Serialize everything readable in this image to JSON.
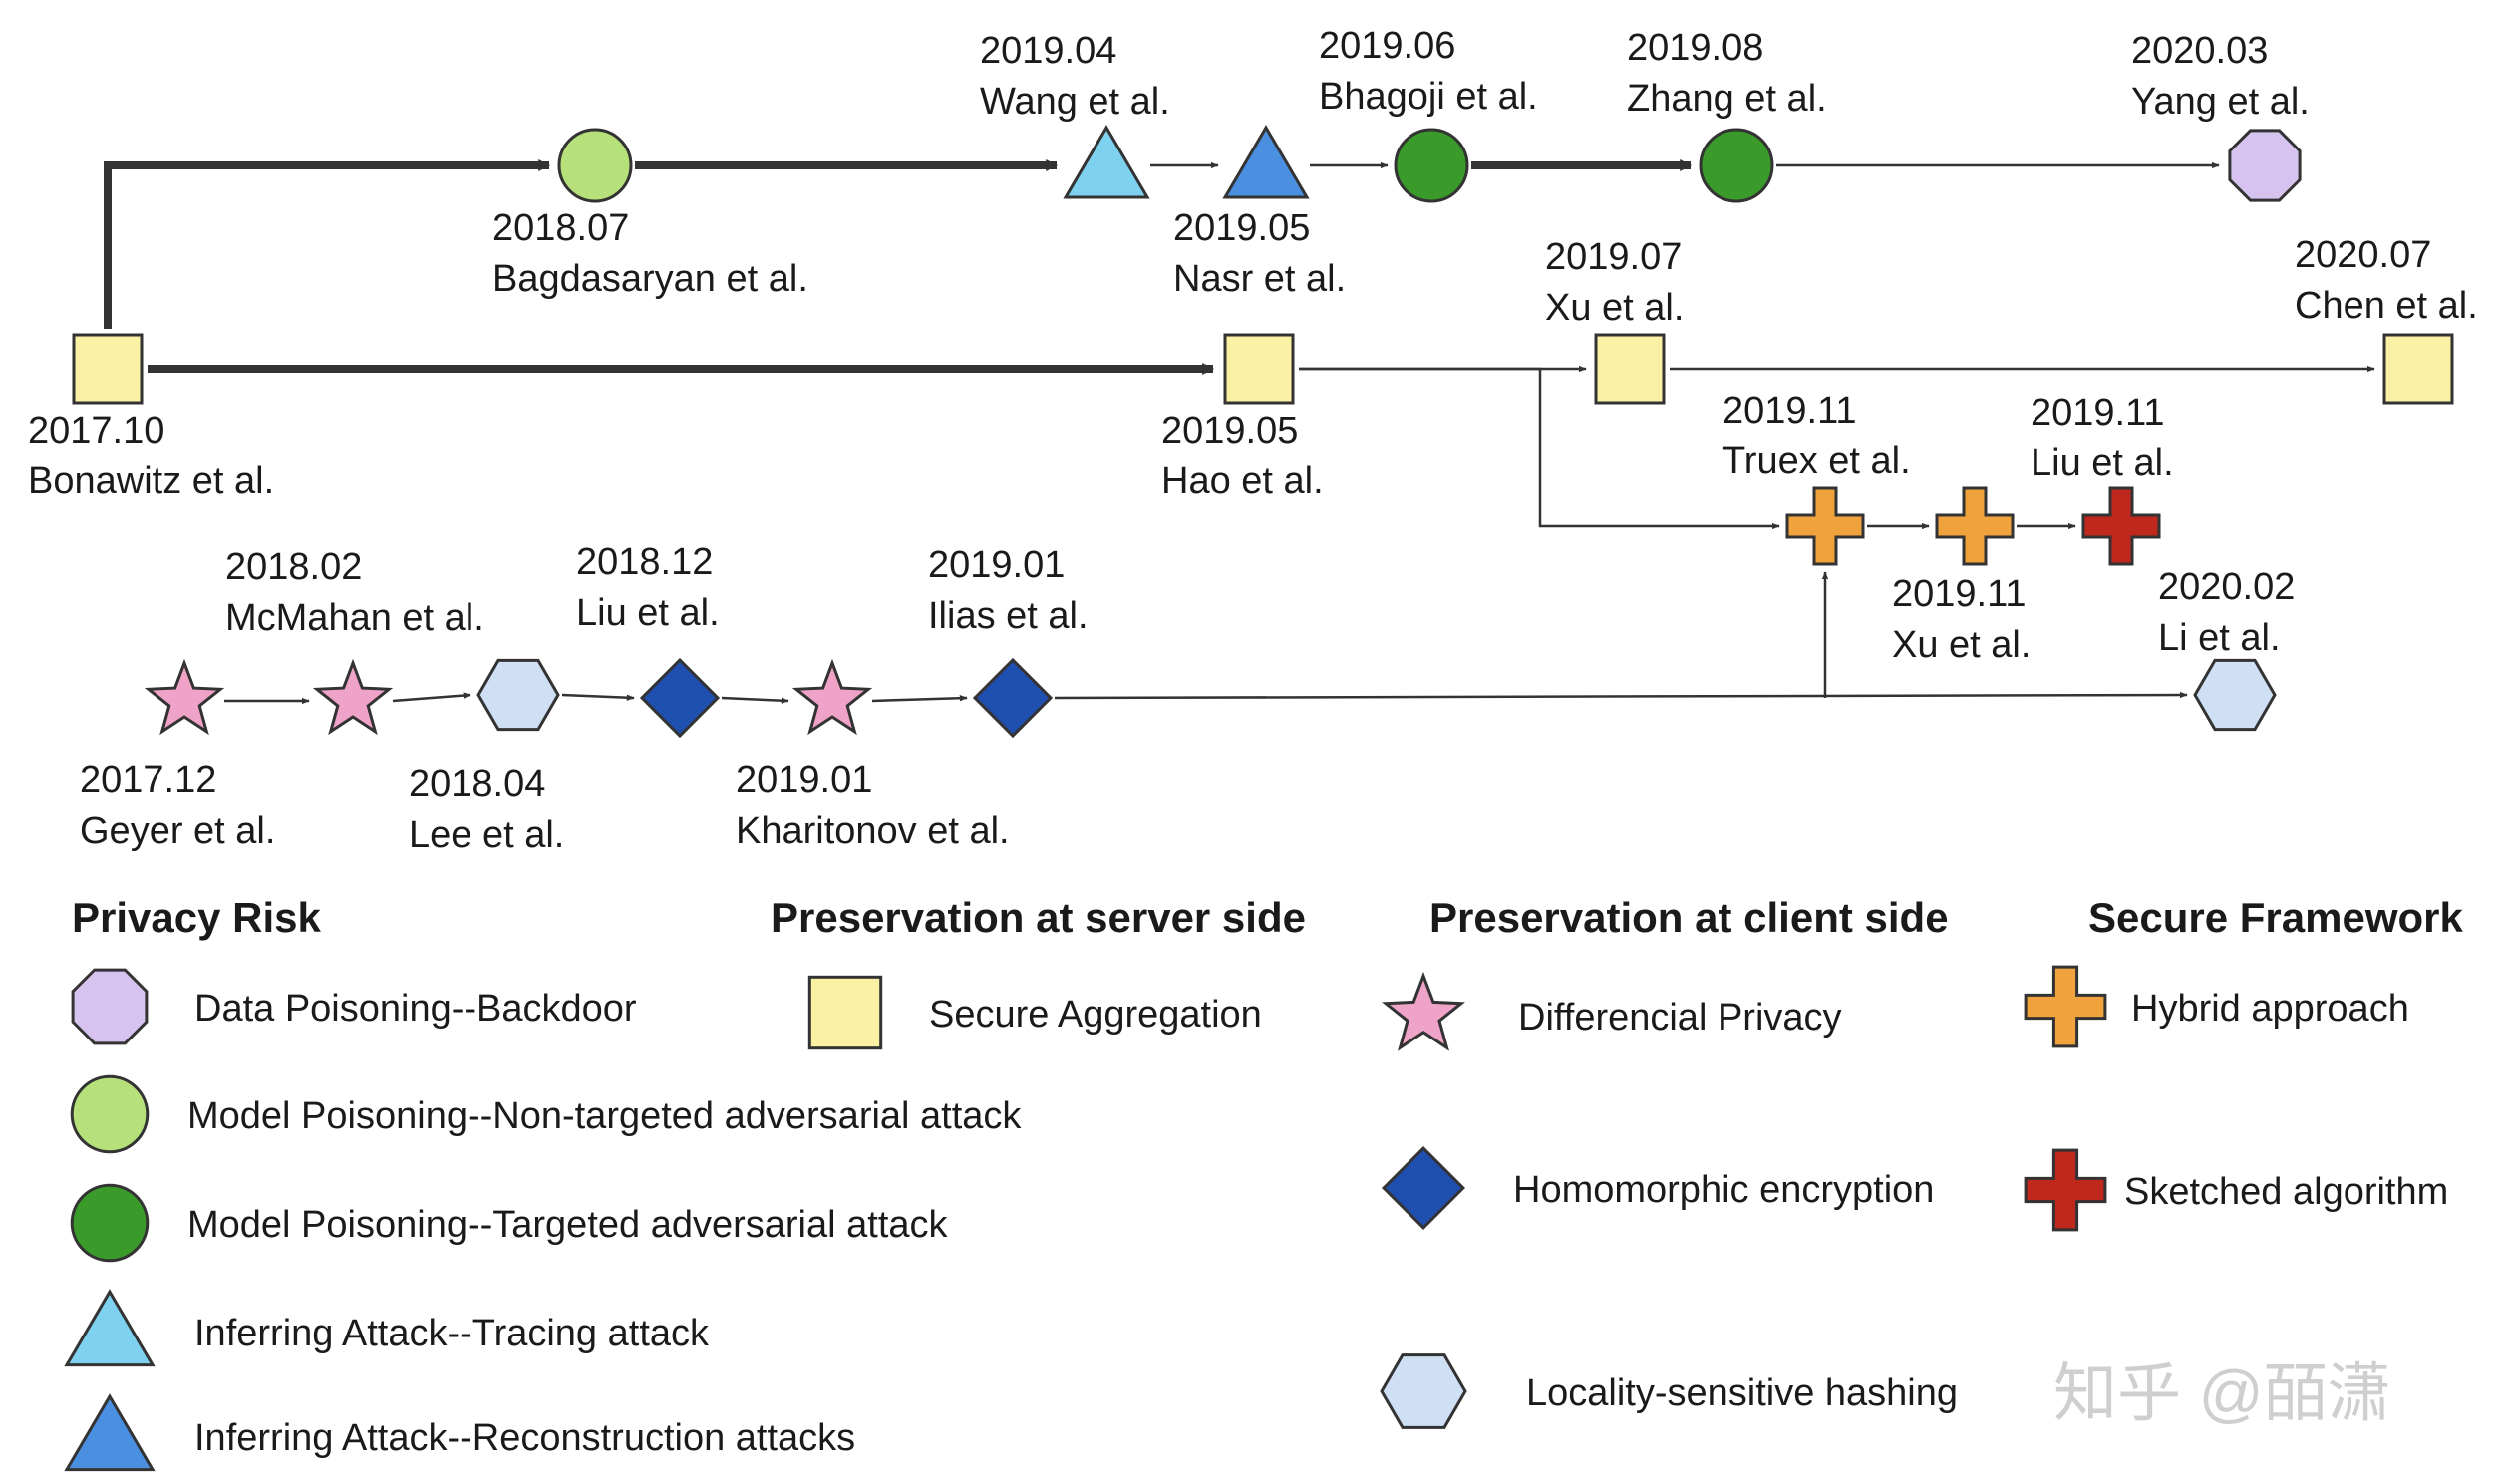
{
  "colors": {
    "data_poisoning_backdoor": "#d7c3f0",
    "non_targeted": "#b5e07a",
    "targeted": "#3a9a2a",
    "tracing": "#7fd1f0",
    "reconstruction": "#4a8fe0",
    "secure_aggregation": "#fbf1a4",
    "differential_privacy": "#f0a3c8",
    "homomorphic": "#1f4fb0",
    "lsh": "#cfe0f5",
    "hybrid": "#f0a33c",
    "sketched": "#c0281e",
    "stroke": "#333333"
  },
  "nodes": [
    {
      "id": "bonawitz",
      "date": "2017.10",
      "author": "Bonawitz et al.",
      "shape": "square",
      "category": "secure_aggregation"
    },
    {
      "id": "bagdasaryan",
      "date": "2018.07",
      "author": "Bagdasaryan et al.",
      "shape": "circle",
      "category": "non_targeted"
    },
    {
      "id": "wang",
      "date": "2019.04",
      "author": "Wang et al.",
      "shape": "triangle",
      "category": "tracing"
    },
    {
      "id": "nasr",
      "date": "2019.05",
      "author": "Nasr et al.",
      "shape": "triangle",
      "category": "reconstruction"
    },
    {
      "id": "bhagoji",
      "date": "2019.06",
      "author": "Bhagoji et al.",
      "shape": "circle",
      "category": "targeted"
    },
    {
      "id": "zhang",
      "date": "2019.08",
      "author": "Zhang et al.",
      "shape": "circle",
      "category": "targeted"
    },
    {
      "id": "yang",
      "date": "2020.03",
      "author": "Yang et al.",
      "shape": "octagon",
      "category": "data_poisoning_backdoor"
    },
    {
      "id": "hao",
      "date": "2019.05",
      "author": "Hao et al.",
      "shape": "square",
      "category": "secure_aggregation"
    },
    {
      "id": "xu1",
      "date": "2019.07",
      "author": "Xu et al.",
      "shape": "square",
      "category": "secure_aggregation"
    },
    {
      "id": "chen",
      "date": "2020.07",
      "author": "Chen et al.",
      "shape": "square",
      "category": "secure_aggregation"
    },
    {
      "id": "truex",
      "date": "2019.11",
      "author": "Truex et al.",
      "shape": "cross",
      "category": "hybrid"
    },
    {
      "id": "xu2",
      "date": "2019.11",
      "author": "Xu et al.",
      "shape": "cross",
      "category": "hybrid"
    },
    {
      "id": "liu2",
      "date": "2019.11",
      "author": "Liu et al.",
      "shape": "cross",
      "category": "sketched"
    },
    {
      "id": "geyer",
      "date": "2017.12",
      "author": "Geyer et al.",
      "shape": "star",
      "category": "differential_privacy"
    },
    {
      "id": "mcmahan",
      "date": "2018.02",
      "author": "McMahan et al.",
      "shape": "star",
      "category": "differential_privacy"
    },
    {
      "id": "lee",
      "date": "2018.04",
      "author": "Lee et al.",
      "shape": "hexagon",
      "category": "lsh"
    },
    {
      "id": "liu1",
      "date": "2018.12",
      "author": "Liu et al.",
      "shape": "diamond",
      "category": "homomorphic"
    },
    {
      "id": "kharitonov",
      "date": "2019.01",
      "author": "Kharitonov et al.",
      "shape": "star",
      "category": "differential_privacy"
    },
    {
      "id": "ilias",
      "date": "2019.01",
      "author": "Ilias et al.",
      "shape": "diamond",
      "category": "homomorphic"
    },
    {
      "id": "li",
      "date": "2020.02",
      "author": "Li et al.",
      "shape": "hexagon",
      "category": "lsh"
    }
  ],
  "edges": [
    {
      "from": "bonawitz",
      "to": "bagdasaryan",
      "weight": "thick"
    },
    {
      "from": "bagdasaryan",
      "to": "wang",
      "weight": "thick"
    },
    {
      "from": "wang",
      "to": "nasr",
      "weight": "thin"
    },
    {
      "from": "nasr",
      "to": "bhagoji",
      "weight": "thin"
    },
    {
      "from": "bhagoji",
      "to": "zhang",
      "weight": "thick"
    },
    {
      "from": "zhang",
      "to": "yang",
      "weight": "thin"
    },
    {
      "from": "bonawitz",
      "to": "hao",
      "weight": "thick"
    },
    {
      "from": "hao",
      "to": "xu1",
      "weight": "thin"
    },
    {
      "from": "xu1",
      "to": "chen",
      "weight": "thin"
    },
    {
      "from": "hao",
      "to": "truex",
      "weight": "thin"
    },
    {
      "from": "truex",
      "to": "xu2",
      "weight": "thin"
    },
    {
      "from": "xu2",
      "to": "liu2",
      "weight": "thin"
    },
    {
      "from": "geyer",
      "to": "mcmahan",
      "weight": "thin"
    },
    {
      "from": "mcmahan",
      "to": "lee",
      "weight": "thin"
    },
    {
      "from": "lee",
      "to": "liu1",
      "weight": "thin"
    },
    {
      "from": "liu1",
      "to": "kharitonov",
      "weight": "thin"
    },
    {
      "from": "kharitonov",
      "to": "ilias",
      "weight": "thin"
    },
    {
      "from": "ilias",
      "to": "li",
      "weight": "thin"
    },
    {
      "from": "ilias",
      "to": "truex",
      "weight": "thin"
    }
  ],
  "legend": {
    "groups": [
      {
        "title": "Privacy Risk",
        "items": [
          {
            "shape": "octagon",
            "category": "data_poisoning_backdoor",
            "label": "Data Poisoning--Backdoor"
          },
          {
            "shape": "circle",
            "category": "non_targeted",
            "label": "Model Poisoning--Non-targeted adversarial attack"
          },
          {
            "shape": "circle",
            "category": "targeted",
            "label": "Model Poisoning--Targeted adversarial attack"
          },
          {
            "shape": "triangle",
            "category": "tracing",
            "label": "Inferring Attack--Tracing attack"
          },
          {
            "shape": "triangle",
            "category": "reconstruction",
            "label": "Inferring Attack--Reconstruction attacks"
          }
        ]
      },
      {
        "title": "Preservation at server side",
        "items": [
          {
            "shape": "square",
            "category": "secure_aggregation",
            "label": "Secure Aggregation"
          }
        ]
      },
      {
        "title": "Preservation at client side",
        "items": [
          {
            "shape": "star",
            "category": "differential_privacy",
            "label": "Differencial Privacy"
          },
          {
            "shape": "diamond",
            "category": "homomorphic",
            "label": "Homomorphic encryption"
          },
          {
            "shape": "hexagon",
            "category": "lsh",
            "label": "Locality-sensitive hashing"
          }
        ]
      },
      {
        "title": "Secure Framework",
        "items": [
          {
            "shape": "cross",
            "category": "hybrid",
            "label": "Hybrid approach"
          },
          {
            "shape": "cross",
            "category": "sketched",
            "label": "Sketched algorithm"
          }
        ]
      }
    ]
  },
  "watermark": "知乎 @皕潇"
}
